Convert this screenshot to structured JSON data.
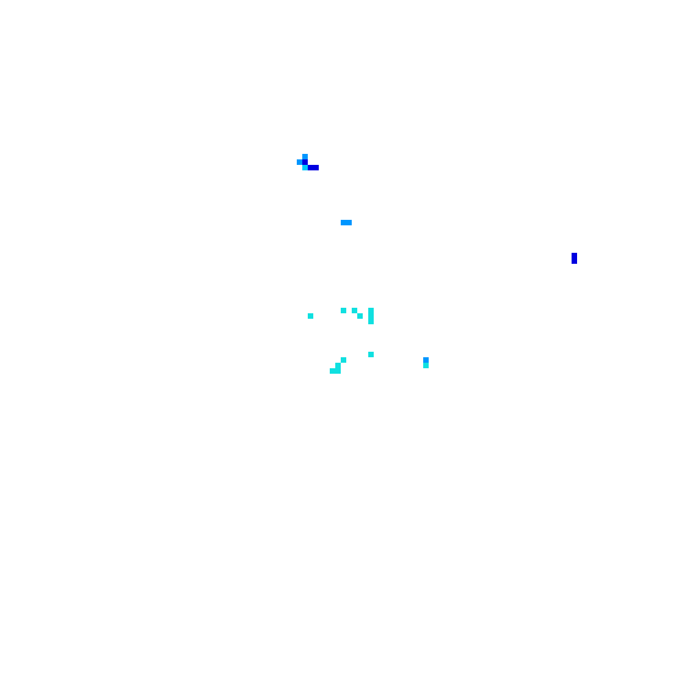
{
  "canvas": {
    "background": "#ffffff"
  },
  "palette": {
    "deep_blue": "#0000e0",
    "sky_blue": "#0096ff",
    "cyan": "#10e0e0",
    "aqua": "#00c8ff"
  },
  "grid_points": [
    {
      "col": 55,
      "row": 28,
      "color": "sky_blue"
    },
    {
      "col": 54,
      "row": 29,
      "color": "sky_blue"
    },
    {
      "col": 55,
      "row": 29,
      "color": "deep_blue"
    },
    {
      "col": 55,
      "row": 30,
      "color": "aqua"
    },
    {
      "col": 56,
      "row": 30,
      "color": "deep_blue"
    },
    {
      "col": 57,
      "row": 30,
      "color": "deep_blue"
    },
    {
      "col": 62,
      "row": 40,
      "color": "sky_blue"
    },
    {
      "col": 63,
      "row": 40,
      "color": "sky_blue"
    },
    {
      "col": 104,
      "row": 46,
      "color": "deep_blue"
    },
    {
      "col": 104,
      "row": 47,
      "color": "deep_blue"
    },
    {
      "col": 62,
      "row": 56,
      "color": "cyan"
    },
    {
      "col": 64,
      "row": 56,
      "color": "cyan"
    },
    {
      "col": 67,
      "row": 56,
      "color": "cyan"
    },
    {
      "col": 56,
      "row": 57,
      "color": "cyan"
    },
    {
      "col": 65,
      "row": 57,
      "color": "cyan"
    },
    {
      "col": 67,
      "row": 57,
      "color": "cyan"
    },
    {
      "col": 67,
      "row": 58,
      "color": "cyan"
    },
    {
      "col": 67,
      "row": 64,
      "color": "cyan"
    },
    {
      "col": 62,
      "row": 65,
      "color": "cyan"
    },
    {
      "col": 77,
      "row": 65,
      "color": "sky_blue"
    },
    {
      "col": 61,
      "row": 66,
      "color": "cyan"
    },
    {
      "col": 77,
      "row": 66,
      "color": "cyan"
    },
    {
      "col": 60,
      "row": 67,
      "color": "cyan"
    },
    {
      "col": 61,
      "row": 67,
      "color": "cyan"
    }
  ]
}
